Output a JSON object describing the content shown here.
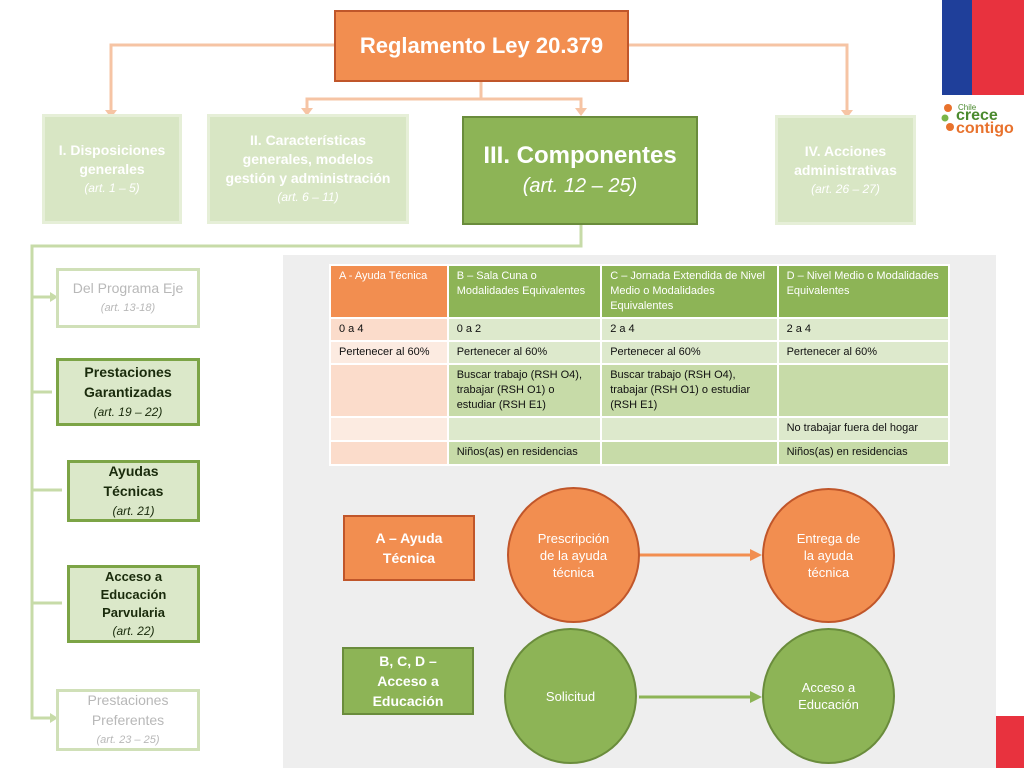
{
  "title": "Reglamento Ley 20.379",
  "sections": [
    {
      "lines": [
        "I. Disposiciones",
        "generales"
      ],
      "art": "(art. 1 – 5)"
    },
    {
      "lines": [
        "II. Características",
        "generales, modelos",
        "gestión y administración"
      ],
      "art": "(art. 6 – 11)"
    },
    {
      "lines": [
        "III. Componentes"
      ],
      "art": "(art. 12 – 25)"
    },
    {
      "lines": [
        "IV. Acciones",
        "administrativas"
      ],
      "art": "(art. 26 – 27)"
    }
  ],
  "side_items": [
    {
      "lines": [
        "Del Programa Eje"
      ],
      "art": "(art. 13-18)"
    },
    {
      "lines": [
        "Prestaciones",
        "Garantizadas"
      ],
      "art": "(art. 19 – 22)"
    },
    {
      "lines": [
        "Ayudas",
        "Técnicas"
      ],
      "art": "(art. 21)"
    },
    {
      "lines": [
        "Acceso a",
        "Educación",
        "Parvularia"
      ],
      "art": "(art. 22)"
    },
    {
      "lines": [
        "Prestaciones",
        "Preferentes"
      ],
      "art": "(art. 23 – 25)"
    }
  ],
  "table": {
    "headers": [
      "A  - Ayuda Técnica",
      "B – Sala Cuna o Modalidades Equivalentes",
      "C – Jornada Extendida de Nivel Medio o Modalidades Equivalentes",
      "D – Nivel Medio o Modalidades Equivalentes"
    ],
    "rows": [
      [
        "0 a 4",
        "0 a 2",
        "2 a 4",
        "2 a 4"
      ],
      [
        "Pertenecer al 60%",
        "Pertenecer al 60%",
        "Pertenecer al 60%",
        "Pertenecer al 60%"
      ],
      [
        "",
        "Buscar trabajo (RSH O4), trabajar (RSH O1) o estudiar (RSH E1)",
        "Buscar trabajo (RSH O4), trabajar (RSH O1) o estudiar (RSH E1)",
        ""
      ],
      [
        "",
        "",
        "",
        "No trabajar fuera del hogar"
      ],
      [
        "",
        "Niños(as) en residencias",
        "",
        "Niños(as) en residencias"
      ]
    ]
  },
  "flows": [
    {
      "label": [
        "A – Ayuda",
        "Técnica"
      ],
      "from": [
        "Prescripción",
        "de la ayuda",
        "técnica"
      ],
      "to": [
        "Entrega de",
        "la ayuda",
        "técnica"
      ]
    },
    {
      "label": [
        "B, C, D –",
        "Acceso a",
        "Educación"
      ],
      "from": [
        "Solicitud"
      ],
      "to": [
        "Acceso a",
        "Educación"
      ]
    }
  ],
  "logo": {
    "small": "Chile",
    "line1": "crece",
    "line2": "contigo"
  },
  "colors": {
    "orange": "#f28e50",
    "green": "#8db456",
    "light_green": "#d8e6c4",
    "flag_blue": "#1f3f9a",
    "flag_red": "#e8323e"
  }
}
